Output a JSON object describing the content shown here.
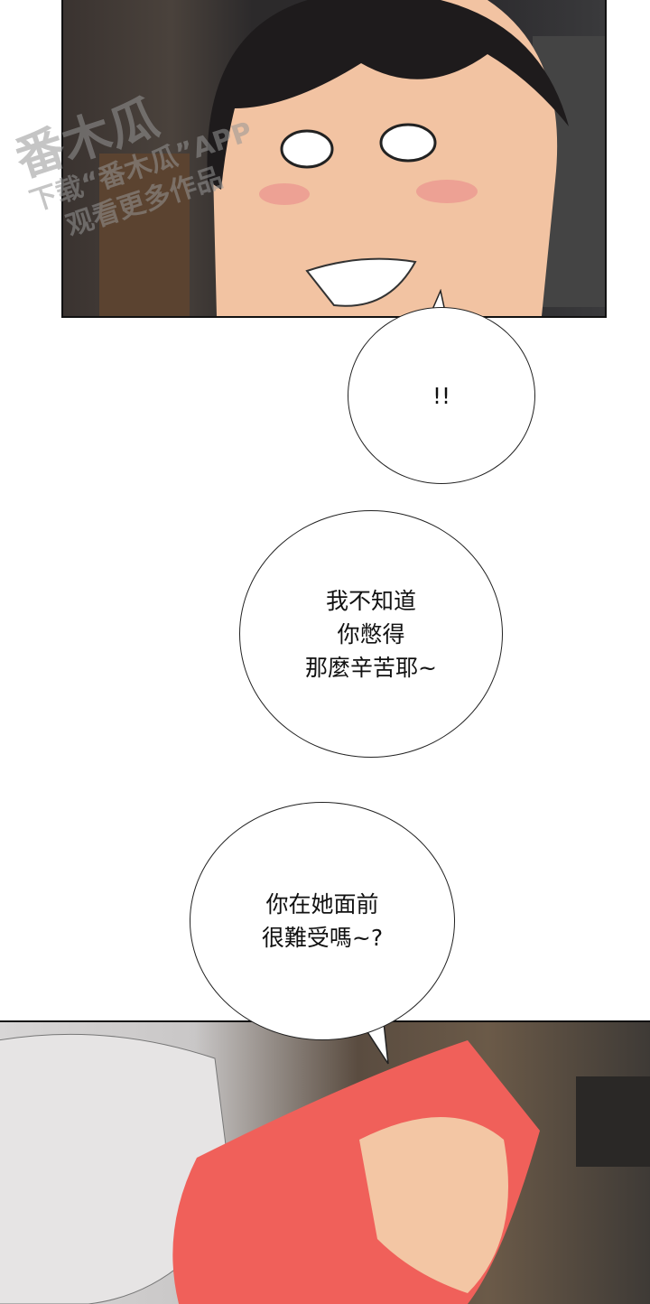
{
  "watermark": {
    "logo_text": "番木瓜",
    "line1": "下载“番木瓜”APP",
    "line2": "观看更多作品"
  },
  "bubbles": [
    {
      "text": "!!"
    },
    {
      "text": "我不知道\n你憋得\n那麼辛苦耶~"
    },
    {
      "text": "你在她面前\n很難受嗎~?"
    }
  ],
  "colors": {
    "panel_border": "#111111",
    "hair_red": "#f0605a",
    "skin": "#f3c6a4"
  }
}
